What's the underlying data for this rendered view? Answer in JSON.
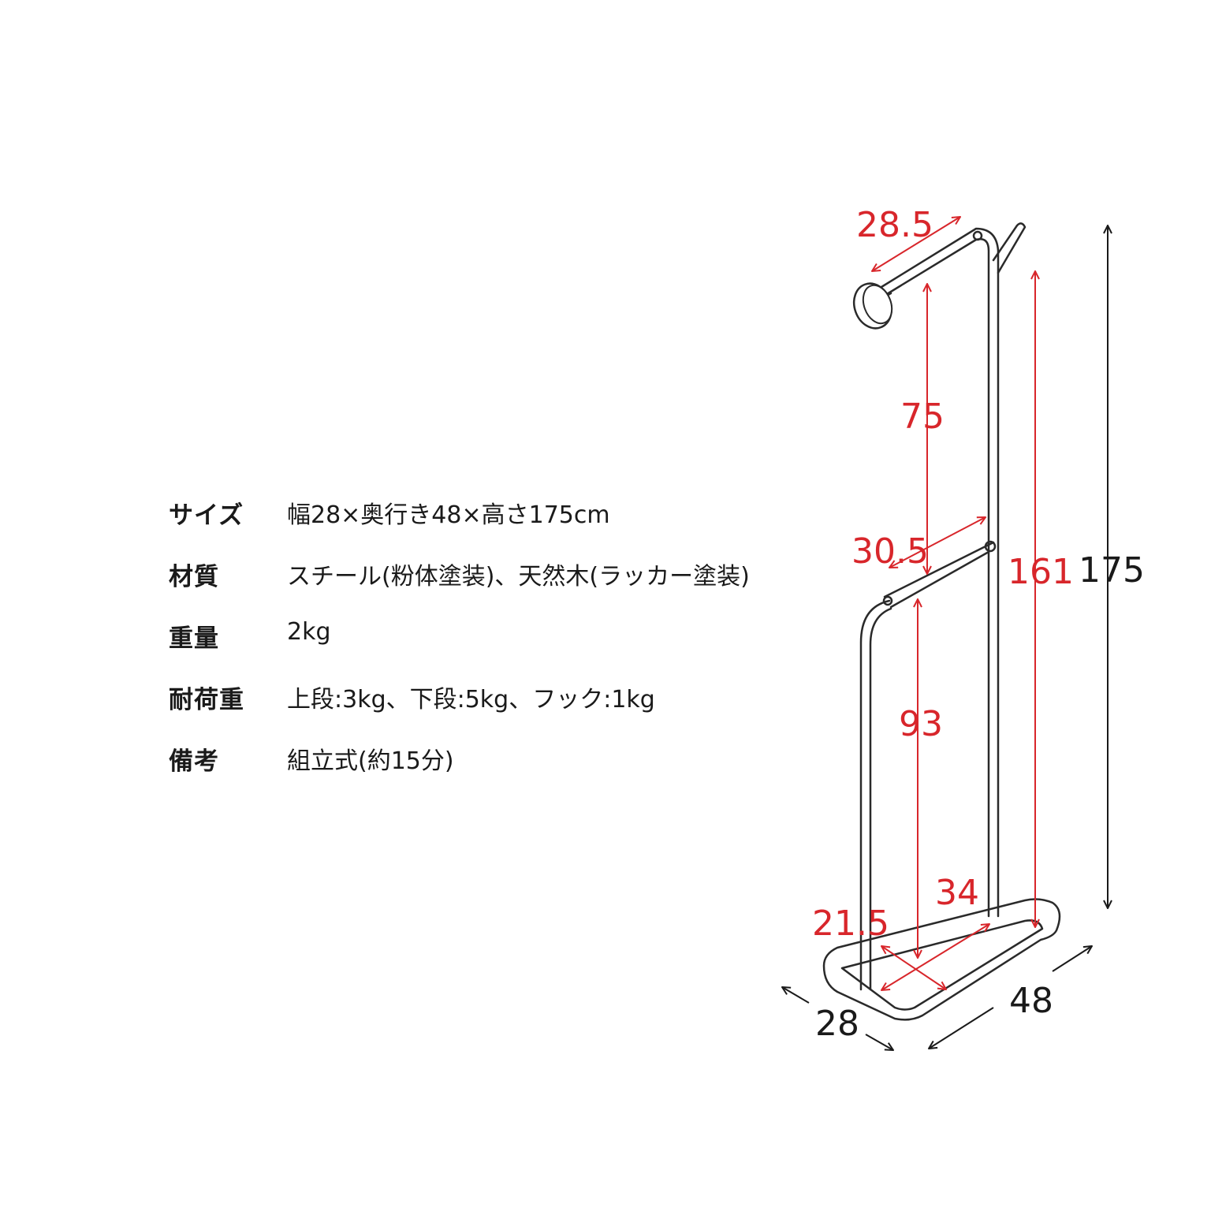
{
  "specs": [
    {
      "label": "サイズ",
      "value": "幅28×奥行き48×高さ175cm"
    },
    {
      "label": "材質",
      "value": "スチール(粉体塗装)、天然木(ラッカー塗装)"
    },
    {
      "label": "重量",
      "value": "2kg"
    },
    {
      "label": "耐荷重",
      "value": "上段:3kg、下段:5kg、フック:1kg"
    },
    {
      "label": "備考",
      "value": "組立式(約15分)"
    }
  ],
  "dimensions": {
    "top_hanger_length": "28.5",
    "upper_gap": "75",
    "middle_bar_length": "30.5",
    "lower_gap": "93",
    "base_inner_width": "21.5",
    "base_inner_depth": "34",
    "pole_height": "161",
    "total_height": "175",
    "base_width": "28",
    "base_depth": "48"
  },
  "colors": {
    "dimension_red": "#d8262b",
    "text_black": "#1a1a1a"
  }
}
